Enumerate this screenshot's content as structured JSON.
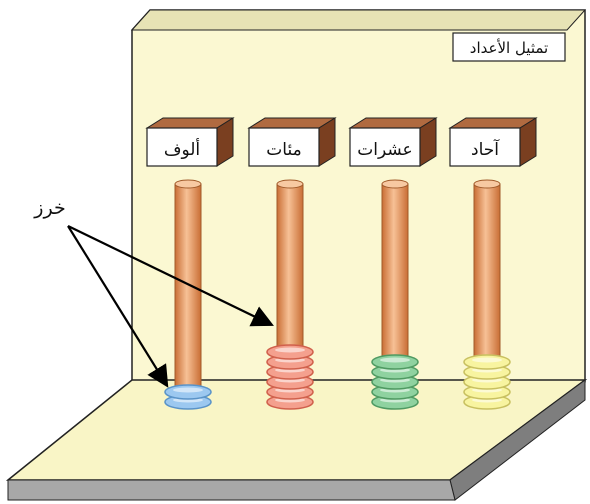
{
  "title": "تمثيل الأعداد",
  "beads_label": "خرز",
  "columns": [
    {
      "label": "ألوف",
      "bead_count": 2,
      "bead_color": "#9cc8f0",
      "bead_dark": "#5a93c8"
    },
    {
      "label": "مئات",
      "bead_count": 6,
      "bead_color": "#f4a08e",
      "bead_dark": "#d0604c"
    },
    {
      "label": "عشرات",
      "bead_count": 5,
      "bead_color": "#8fd2a0",
      "bead_dark": "#4f9a62"
    },
    {
      "label": "آحاد",
      "bead_count": 5,
      "bead_color": "#f8f4a0",
      "bead_dark": "#c8c060"
    }
  ],
  "colors": {
    "board": "#fbf8d2",
    "board_edge": "#3a3a3a",
    "rod": "#f2a368",
    "rod_dark": "#c96e35",
    "label_box": "#ffffff",
    "label_side": "#8a4a2a"
  }
}
